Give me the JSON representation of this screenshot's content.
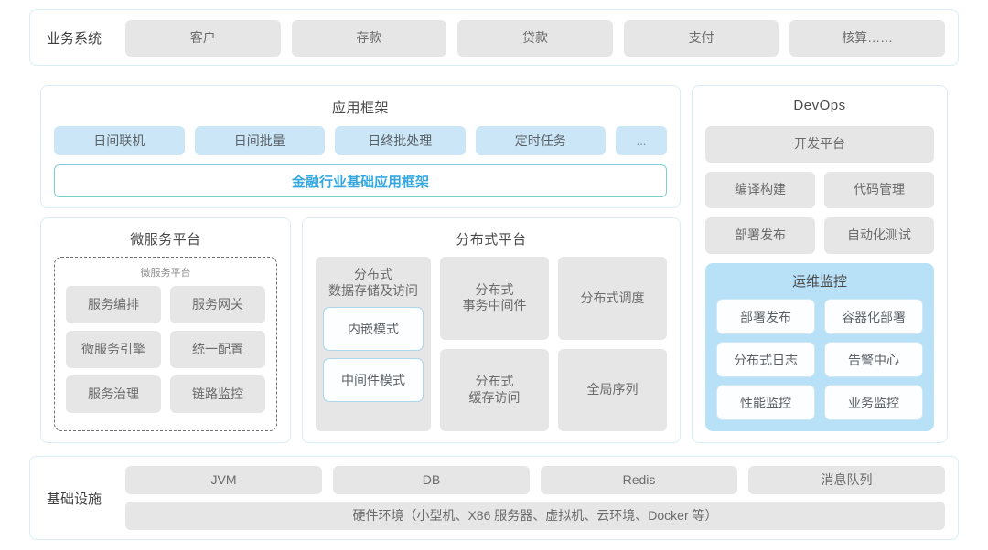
{
  "business_row": {
    "label": "业务系统",
    "items": [
      "客户",
      "存款",
      "贷款",
      "支付",
      "核算……"
    ]
  },
  "app_framework": {
    "title": "应用框架",
    "chips": [
      "日间联机",
      "日间批量",
      "日终批处理",
      "定时任务"
    ],
    "more": "...",
    "base_bar": "金融行业基础应用框架",
    "base_bar_color": "#35a8e0"
  },
  "microservice": {
    "title": "微服务平台",
    "inner_title": "微服务平台",
    "items": [
      "服务编排",
      "服务网关",
      "微服务引擎",
      "统一配置",
      "服务治理",
      "链路监控"
    ]
  },
  "distributed": {
    "title": "分布式平台",
    "storage_title": "分布式\n数据存储及访问",
    "storage_modes": [
      "内嵌模式",
      "中间件模式"
    ],
    "cards": [
      "分布式\n事务中间件",
      "分布式调度",
      "分布式\n缓存访问",
      "全局序列"
    ]
  },
  "devops": {
    "title": "DevOps",
    "platform": "开发平台",
    "items": [
      "编译构建",
      "代码管理",
      "部署发布",
      "自动化测试"
    ],
    "monitor": {
      "title": "运维监控",
      "accent": "#b8e0f7",
      "items": [
        "部署发布",
        "容器化部署",
        "分布式日志",
        "告警中心",
        "性能监控",
        "业务监控"
      ]
    }
  },
  "infrastructure": {
    "label": "基础设施",
    "items": [
      "JVM",
      "DB",
      "Redis",
      "消息队列"
    ],
    "hardware": "硬件环境（小型机、X86 服务器、虚拟机、云环境、Docker 等）"
  }
}
